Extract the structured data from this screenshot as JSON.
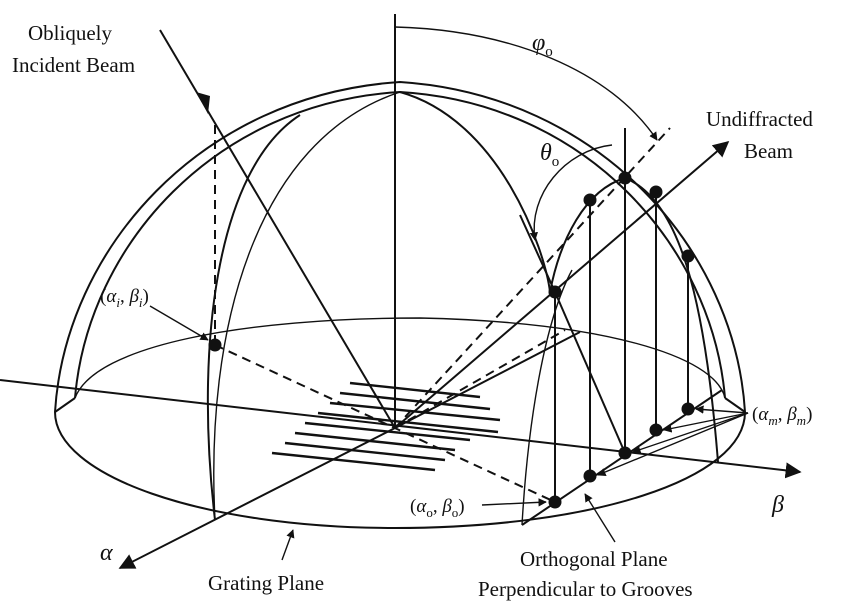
{
  "labels": {
    "incident_beam_line1": "Obliquely",
    "incident_beam_line2": "Incident Beam",
    "undiffracted_line1": "Undiffracted",
    "undiffracted_line2": "Beam",
    "phi": "φ",
    "phi_sub": "o",
    "theta": "θ",
    "theta_sub": "o",
    "incident_coord": "(αi, βi)",
    "incident_coord_alpha": "α",
    "incident_coord_alpha_sub": "i",
    "incident_coord_beta": "β",
    "incident_coord_beta_sub": "i",
    "zero_order_coord": "(αo, βo)",
    "zero_order_alpha": "α",
    "zero_order_alpha_sub": "o",
    "zero_order_beta": "β",
    "zero_order_beta_sub": "o",
    "diffracted_coord": "(αm, βm)",
    "diffracted_alpha": "α",
    "diffracted_alpha_sub": "m",
    "diffracted_beta": "β",
    "diffracted_beta_sub": "m",
    "alpha_axis": "α",
    "beta_axis": "β",
    "grating_plane": "Grating Plane",
    "orthogonal_line1": "Orthogonal Plane",
    "orthogonal_line2": "Perpendicular to Grooves"
  },
  "colors": {
    "ink": "#111111",
    "background": "#ffffff"
  }
}
